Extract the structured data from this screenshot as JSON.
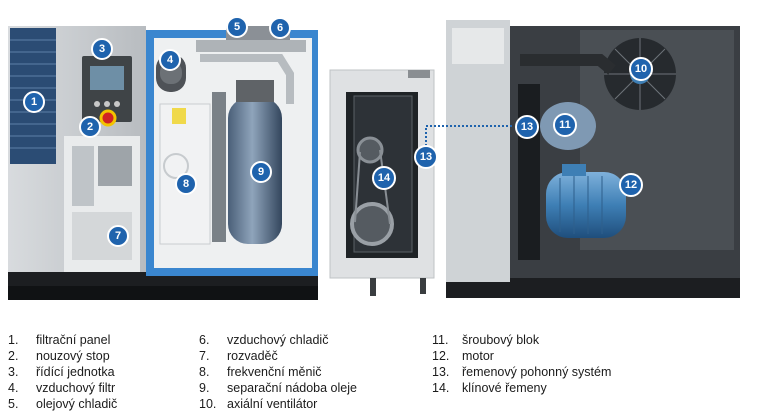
{
  "badges": {
    "b1": "1",
    "b2": "2",
    "b3": "3",
    "b4": "4",
    "b5": "5",
    "b6": "6",
    "b7": "7",
    "b8": "8",
    "b9": "9",
    "b10": "10",
    "b11": "11",
    "b12": "12",
    "b13a": "13",
    "b13b": "13",
    "b14": "14"
  },
  "legend": {
    "col1": [
      {
        "num": "1.",
        "label": "filtrační panel"
      },
      {
        "num": "2.",
        "label": "nouzový stop"
      },
      {
        "num": "3.",
        "label": "řídící jednotka"
      },
      {
        "num": "4.",
        "label": "vzduchový filtr"
      },
      {
        "num": "5.",
        "label": "olejový chladič"
      }
    ],
    "col2": [
      {
        "num": "6.",
        "label": "vzduchový chladič"
      },
      {
        "num": "7.",
        "label": "rozvaděč"
      },
      {
        "num": "8.",
        "label": "frekvenční měnič"
      },
      {
        "num": "9.",
        "label": "separační nádoba oleje"
      },
      {
        "num": "10.",
        "label": "axiální ventilátor"
      }
    ],
    "col3": [
      {
        "num": "11.",
        "label": "šroubový blok"
      },
      {
        "num": "12.",
        "label": "motor"
      },
      {
        "num": "13.",
        "label": "řemenový pohonný systém"
      },
      {
        "num": "14.",
        "label": "klínové řemeny"
      }
    ]
  },
  "colors": {
    "badge": "#1f63ad",
    "frame_blue": "#3a86cf",
    "cabinet_grey": "#cfd3d6",
    "dark_interior": "#2a2d31",
    "motor_blue": "#3e7fb5"
  }
}
